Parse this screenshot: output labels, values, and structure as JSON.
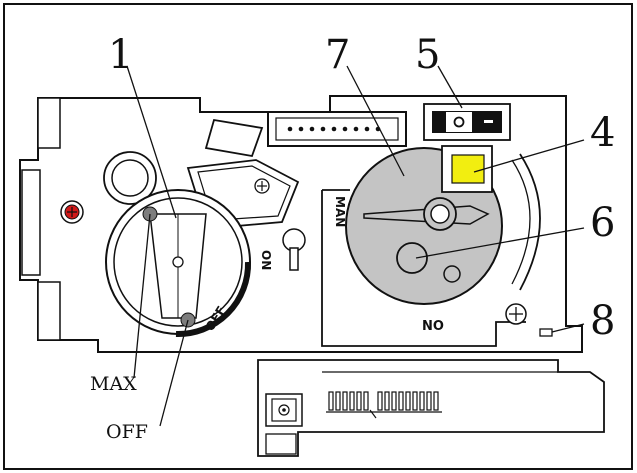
{
  "callouts": {
    "n1": "1",
    "n4": "4",
    "n5": "5",
    "n6": "6",
    "n7": "7",
    "n8": "8"
  },
  "labels": {
    "max": "MAX",
    "off": "OFF"
  },
  "knob_text": {
    "on": "ON",
    "off": "OFF"
  },
  "dial_text": {
    "man": "MAN",
    "no": "NO"
  },
  "colors": {
    "yellow_indicator": "#f2ee10",
    "dial_fill": "#c4c4c4",
    "red_screw": "#d11a1a",
    "knob_dot": "#7d7d7d",
    "outline": "#111111"
  }
}
